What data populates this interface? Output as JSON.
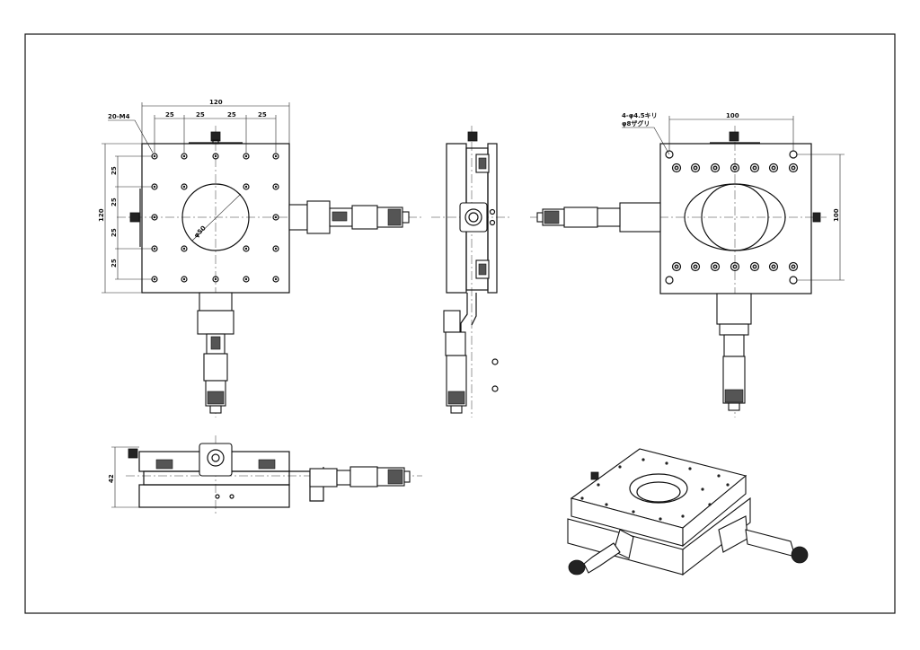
{
  "drawing": {
    "top_view": {
      "width_dim": "120",
      "pitch_dims": [
        "25",
        "25",
        "25",
        "25"
      ],
      "height_dim": "120",
      "vpitch_dims": [
        "25",
        "25",
        "25",
        "25"
      ],
      "hole_callout": "20-M4",
      "aperture_dim": "φ50"
    },
    "rear_view": {
      "hole_callout_line1": "4-φ4.5キリ",
      "hole_callout_line2": "φ8ザグリ",
      "width_dim": "100",
      "height_dim": "100"
    },
    "front_view": {
      "height_dim": "42"
    }
  }
}
